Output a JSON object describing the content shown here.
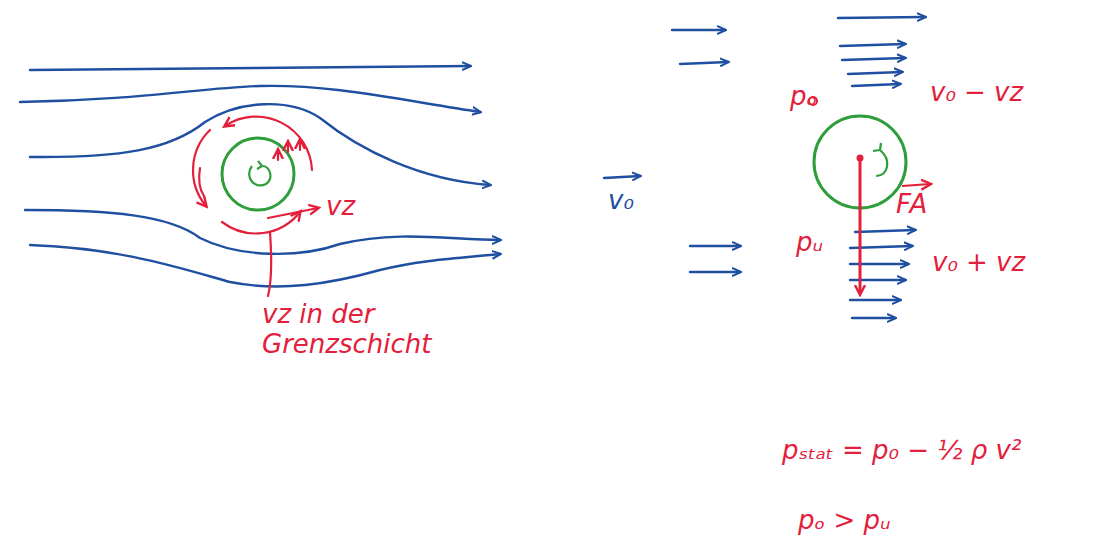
{
  "diagram": {
    "labels": [
      "vz",
      "vz in der Grenzschicht",
      "v₀",
      "pₒ",
      "v₀ − vz",
      "FA",
      "pᵤ",
      "v₀ + vz",
      "pₛₜₐₜ = p₀ − ½ ρ v²",
      "pₒ > pᵤ"
    ]
  }
}
